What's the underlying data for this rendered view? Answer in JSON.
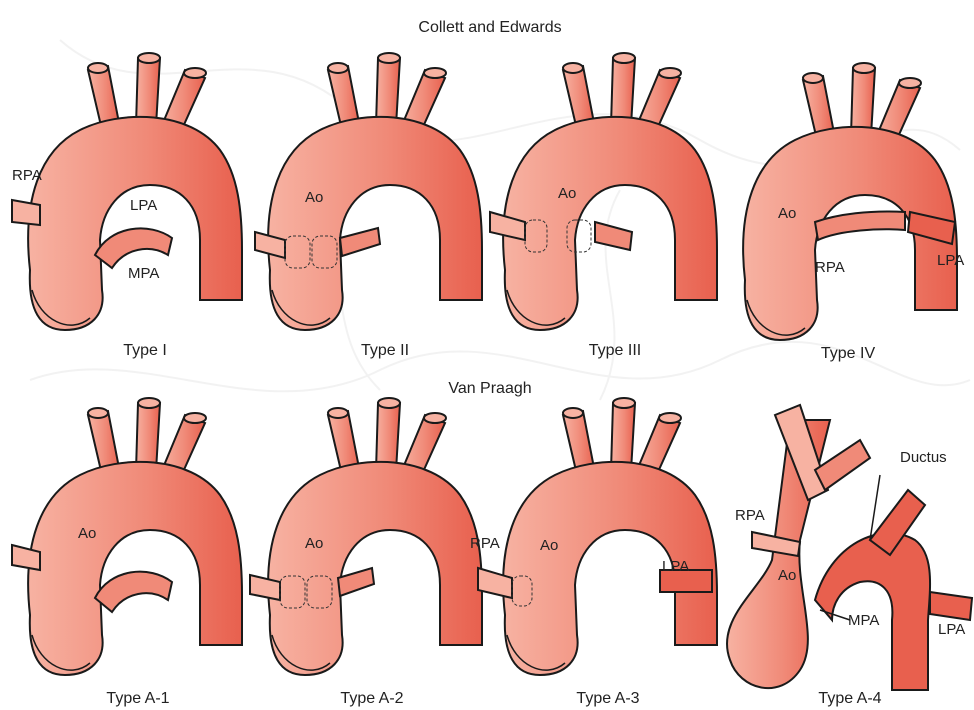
{
  "colors": {
    "vessel_light": "#f7b2a2",
    "vessel_mid": "#f08a78",
    "vessel_dark": "#e8604e",
    "outline": "#1a1a1a",
    "watermark": "#e6e6e6"
  },
  "headers": {
    "top": "Collett and Edwards",
    "bottom": "Van Praagh"
  },
  "panels": [
    {
      "caption": "Type I",
      "labels": {
        "rpa": "RPA",
        "lpa": "LPA",
        "mpa": "MPA"
      }
    },
    {
      "caption": "Type II",
      "labels": {
        "ao": "Ao"
      }
    },
    {
      "caption": "Type III",
      "labels": {
        "ao": "Ao"
      }
    },
    {
      "caption": "Type IV",
      "labels": {
        "ao": "Ao",
        "rpa": "RPA",
        "lpa": "LPA"
      }
    },
    {
      "caption": "Type A-1",
      "labels": {
        "ao": "Ao"
      }
    },
    {
      "caption": "Type A-2",
      "labels": {
        "ao": "Ao"
      }
    },
    {
      "caption": "Type A-3",
      "labels": {
        "rpa": "RPA",
        "ao": "Ao",
        "lpa": "LPA"
      }
    },
    {
      "caption": "Type A-4",
      "labels": {
        "ductus": "Ductus",
        "rpa": "RPA",
        "ao": "Ao",
        "mpa": "MPA",
        "lpa": "LPA"
      }
    }
  ]
}
